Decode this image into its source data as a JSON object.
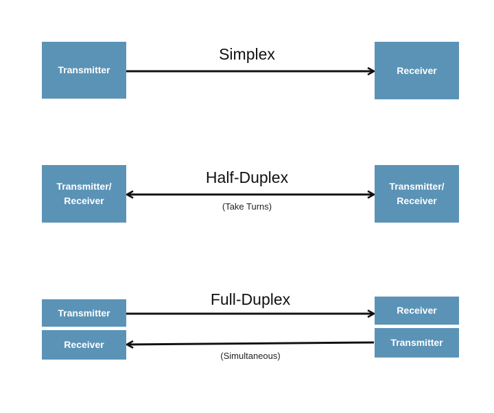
{
  "colors": {
    "box": "#5b93b6",
    "box_text": "#ffffff",
    "arrow": "#111111",
    "background": "#ffffff"
  },
  "simplex": {
    "title": "Simplex",
    "left_box": "Transmitter",
    "right_box": "Receiver"
  },
  "half_duplex": {
    "title": "Half-Duplex",
    "note": "(Take Turns)",
    "left_box_line1": "Transmitter/",
    "left_box_line2": "Receiver",
    "right_box_line1": "Transmitter/",
    "right_box_line2": "Receiver"
  },
  "full_duplex": {
    "title": "Full-Duplex",
    "note": "(Simultaneous)",
    "left_top_box": "Transmitter",
    "left_bottom_box": "Receiver",
    "right_top_box": "Receiver",
    "right_bottom_box": "Transmitter"
  }
}
